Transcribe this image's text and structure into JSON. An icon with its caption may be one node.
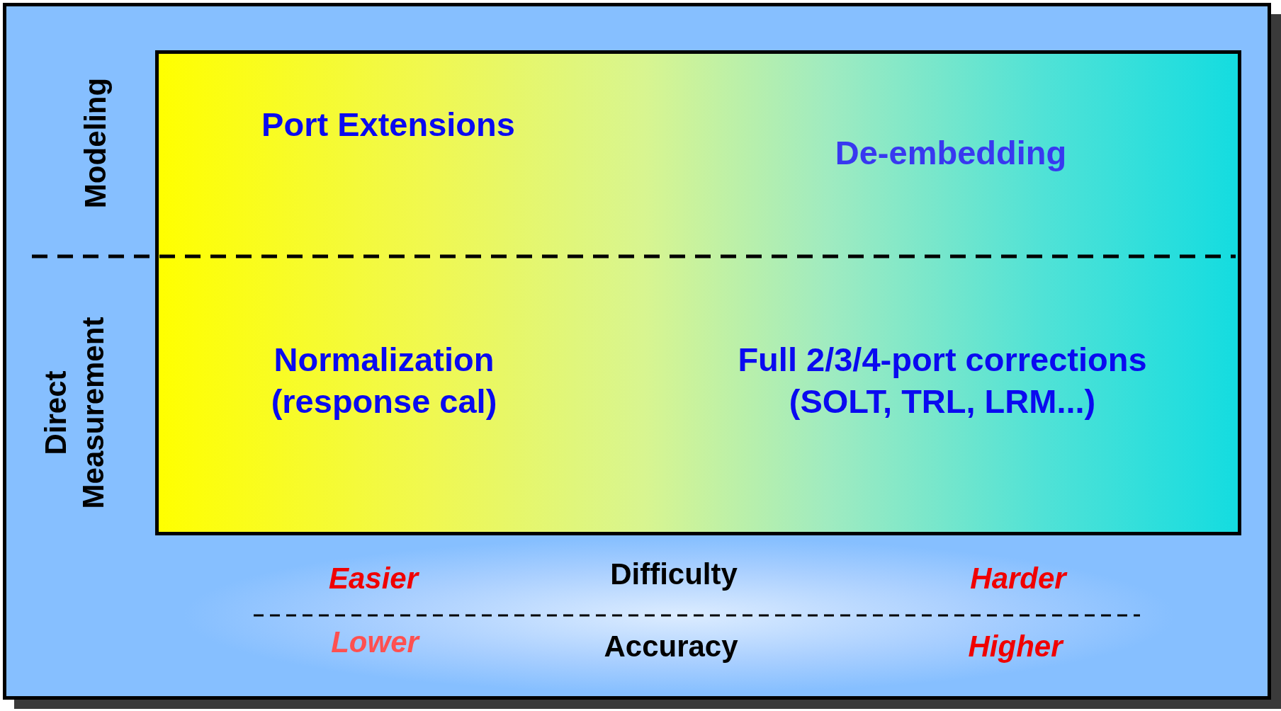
{
  "diagram": {
    "nodes": [
      {
        "text": [
          "Port Extensions",
          "De-embedding",
          "Normalization (response cal)",
          "Full 2/3/4-port corrections (SOLT, TRL, LRM...)"
        ]
      }
    ],
    "edges": [],
    "labels": [
      "Modeling",
      "Direct Measurement",
      "Easier",
      "Difficulty",
      "Harder",
      "Lower",
      "Accuracy",
      "Higher"
    ]
  }
}
